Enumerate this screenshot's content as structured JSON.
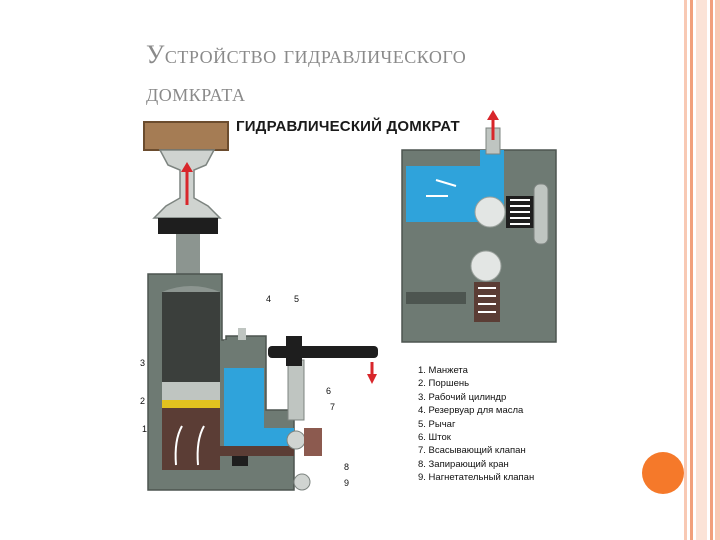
{
  "slide": {
    "title_line1": "Устройство гидравлического",
    "title_line2": "домкрата"
  },
  "figure": {
    "title": "ГИДРАВЛИЧЕСКИЙ ДОМКРАТ",
    "legend": [
      "1. Манжета",
      "2. Поршень",
      "3. Рабочий цилиндр",
      "4. Резервуар для масла",
      "5. Рычаг",
      "6. Шток",
      "7. Всасывающий клапан",
      "8. Запирающий кран",
      "9. Нагнетательный клапан"
    ],
    "callouts": [
      "1",
      "2",
      "3",
      "4",
      "5",
      "6",
      "7",
      "8",
      "9"
    ]
  },
  "colors": {
    "accent": "#f5792a",
    "oil": "#2fa3db",
    "body": "#6e7a73",
    "arrow": "#d8262b"
  }
}
